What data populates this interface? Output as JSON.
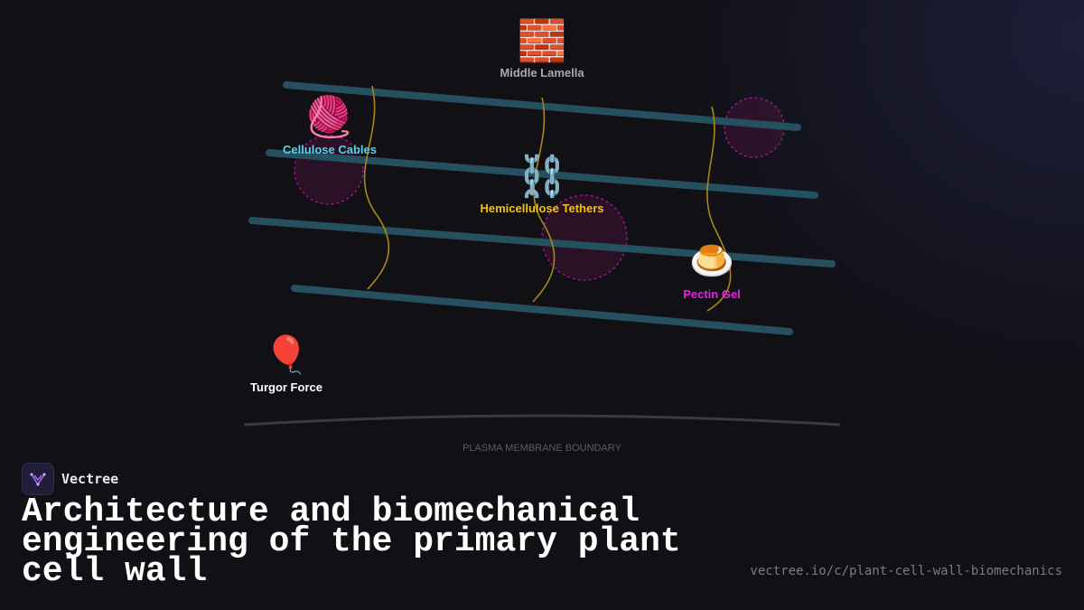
{
  "diagram": {
    "labels": {
      "middle_lamella": "Middle Lamella",
      "cellulose_cables": "Cellulose Cables",
      "hemicellulose_tethers": "Hemicellulose Tethers",
      "pectin_gel": "Pectin Gel",
      "turgor_force": "Turgor Force",
      "membrane": "PLASMA MEMBRANE BOUNDARY"
    },
    "icons": {
      "middle_lamella": "🧱",
      "cellulose_cables": "🧶",
      "hemicellulose_tethers": "⛓️",
      "pectin_gel": "🍮",
      "turgor_force": "🎈"
    },
    "colors": {
      "cellulose": "#24505f",
      "tether": "#a8861a",
      "pectin": "#c21cc2",
      "label_cellulose": "#56d3ea",
      "label_hemicellulose": "#f2c21c",
      "label_pectin": "#ee1cee",
      "label_lamella": "#a9a9b0",
      "label_turgor": "#ffffff",
      "membrane": "#3a3a3f"
    }
  },
  "brand": {
    "name": "Vectree"
  },
  "title": "Architecture and biomechanical engineering of the primary plant cell wall",
  "url": "vectree.io/c/plant-cell-wall-biomechanics"
}
